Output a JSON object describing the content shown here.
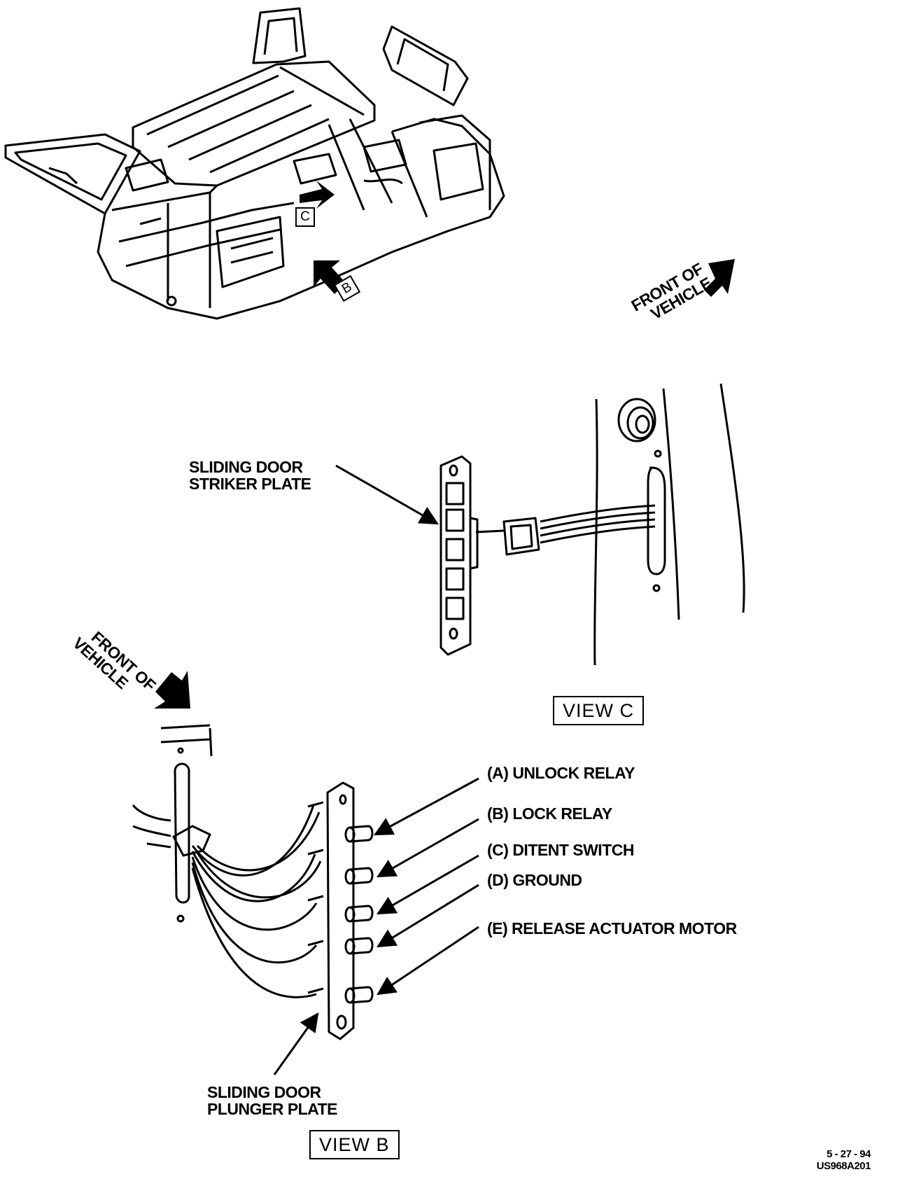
{
  "labels": {
    "front_of_vehicle_top": [
      "FRONT OF",
      "VEHICLE"
    ],
    "front_of_vehicle_left": [
      "FRONT OF",
      "VEHICLE"
    ],
    "striker_plate": [
      "SLIDING DOOR",
      "STRIKER PLATE"
    ],
    "plunger_plate": [
      "SLIDING DOOR",
      "PLUNGER PLATE"
    ],
    "view_c": "VIEW C",
    "view_b": "VIEW B",
    "callout_c": "C",
    "callout_b": "B"
  },
  "terminals": [
    "(A) UNLOCK RELAY",
    "(B) LOCK RELAY",
    "(C) DITENT SWITCH",
    "(D) GROUND",
    "(E) RELEASE ACTUATOR MOTOR"
  ],
  "footer": {
    "date": "5 - 27 - 94",
    "figure_code": "US968A201"
  },
  "colors": {
    "ink": "#000000",
    "paper": "#ffffff"
  },
  "icons": {
    "front_arrow": "filled-direction-arrow",
    "leader": "leader-arrow"
  }
}
